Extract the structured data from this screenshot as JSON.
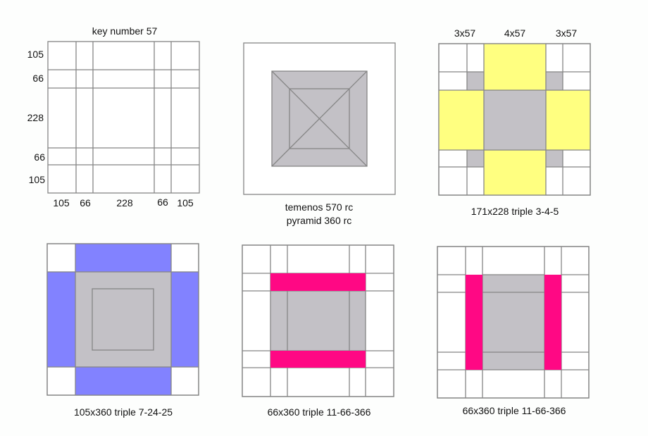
{
  "colors": {
    "line": "#858585",
    "gray": "#c3c1c6",
    "yellow": "#ffff80",
    "blue": "#8282ff",
    "pink": "#ff0884"
  },
  "panel1": {
    "title": "key number 57",
    "left_labels": [
      "105",
      "66",
      "228",
      "66",
      "105"
    ],
    "bottom_labels": [
      "105",
      "66",
      "228",
      "66",
      "105"
    ]
  },
  "panel2": {
    "caption_line1": "temenos  570 rc",
    "caption_line2": "pyramid  360 rc"
  },
  "panel3": {
    "top_labels": [
      "3x57",
      "4x57",
      "3x57"
    ],
    "caption": "171x228  triple 3-4-5"
  },
  "panel4": {
    "caption": "105x360  triple 7-24-25"
  },
  "panel5": {
    "caption": "66x360  triple 11-66-366"
  },
  "panel6": {
    "caption": "66x360  triple 11-66-366"
  }
}
